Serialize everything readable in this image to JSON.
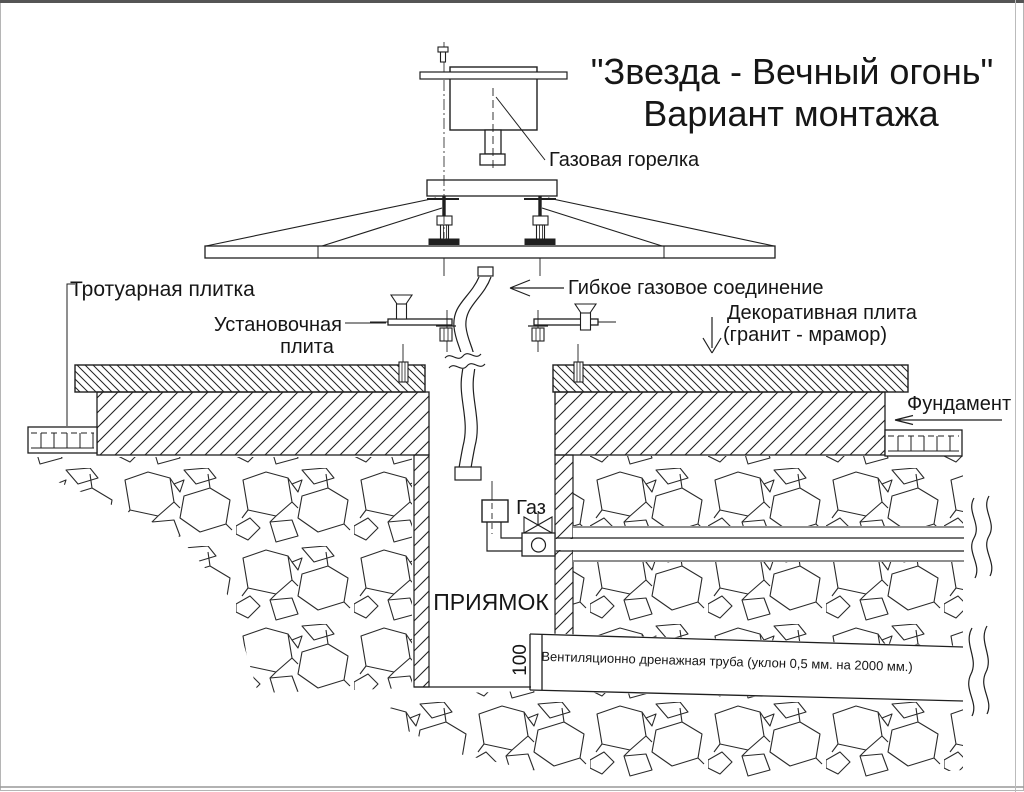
{
  "title": {
    "line1": "\"Звезда - Вечный огонь\"",
    "line2": "Вариант монтажа"
  },
  "labels": {
    "gas_burner": "Газовая горелка",
    "flexible_gas_connection": "Гибкое газовое соединение",
    "paving_tile": "Тротуарная плитка",
    "mounting_plate_line1": "Установочная",
    "mounting_plate_line2": "плита",
    "decorative_plate_line1": "Декоративная плита",
    "decorative_plate_line2": "(гранит - мрамор)",
    "foundation": "Фундамент",
    "gas": "Газ",
    "pit": "ПРИЯМОК",
    "vent_drain_pipe": "Вентиляционно дренажная труба (уклон 0,5 мм. на 2000 мм.)"
  },
  "dimensions": {
    "pipe_height": "100"
  },
  "colors": {
    "line": "#1f1f1f",
    "text": "#161616",
    "background": "#ffffff",
    "frame_top": "#555555",
    "frame_side": "#b5b5b5"
  }
}
